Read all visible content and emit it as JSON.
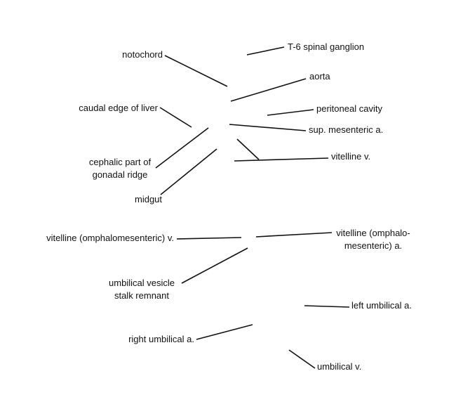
{
  "labels": {
    "notochord": "notochord",
    "t6_spinal_ganglion": "T-6 spinal ganglion",
    "aorta": "aorta",
    "caudal_edge_of_liver": "caudal edge of liver",
    "peritoneal_cavity": "peritoneal cavity",
    "sup_mesenteric_a": "sup. mesenteric a.",
    "vitelline_v": "vitelline v.",
    "cephalic_gonadal_ridge": [
      "cephalic part of",
      "gonadal ridge"
    ],
    "midgut": "midgut",
    "vitelline_omphalomesenteric_v": "vitelline (omphalomesenteric) v.",
    "vitelline_omphalomesenteric_a": [
      "vitelline (omphalo-",
      "mesenteric) a."
    ],
    "umbilical_vesicle_stalk_remnant": [
      "umbilical vesicle",
      "stalk remnant"
    ],
    "left_umbilical_a": "left umbilical a.",
    "right_umbilical_a": "right umbilical a.",
    "umbilical_v": "umbilical v."
  }
}
